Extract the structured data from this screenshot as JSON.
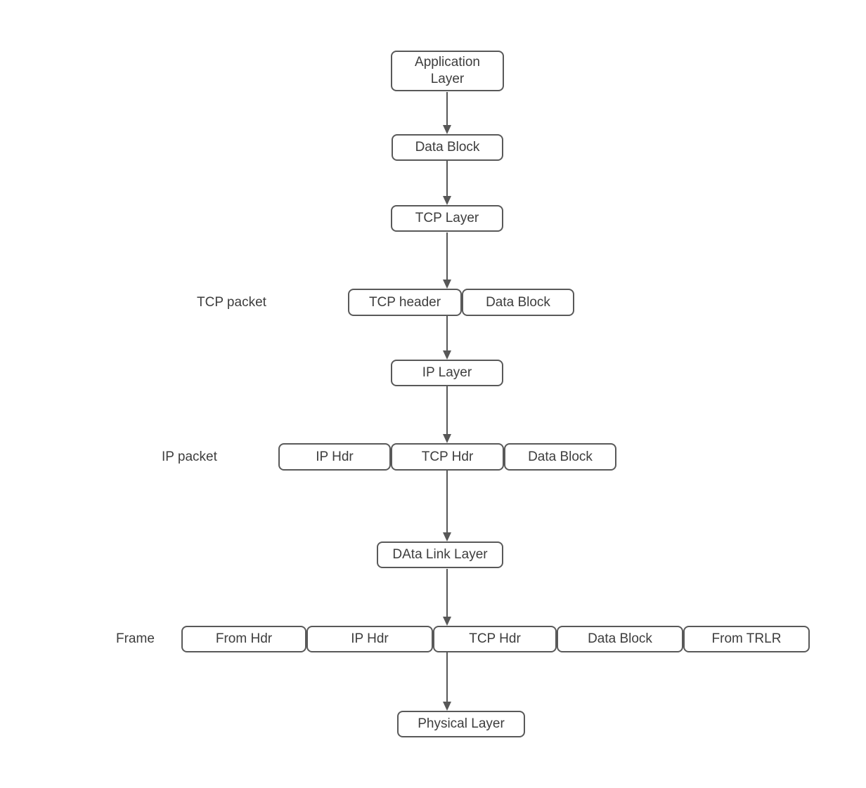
{
  "colors": {
    "box_border": "#595959",
    "box_fill": "#ffffff",
    "text": "#3d3d3d",
    "arrow": "#575757",
    "background": "#ffffff"
  },
  "nodes": {
    "application_layer": "Application Layer",
    "data_block": "Data Block",
    "tcp_layer": "TCP Layer",
    "ip_layer": "IP Layer",
    "data_link_layer": "DAta Link Layer",
    "physical_layer": "Physical Layer"
  },
  "rows": {
    "tcp_packet": {
      "label": "TCP packet",
      "cells": [
        "TCP header",
        "Data Block"
      ]
    },
    "ip_packet": {
      "label": "IP packet",
      "cells": [
        "IP Hdr",
        "TCP Hdr",
        "Data Block"
      ]
    },
    "frame": {
      "label": "Frame",
      "cells": [
        "From Hdr",
        "IP Hdr",
        "TCP Hdr",
        "Data Block",
        "From TRLR"
      ]
    }
  }
}
